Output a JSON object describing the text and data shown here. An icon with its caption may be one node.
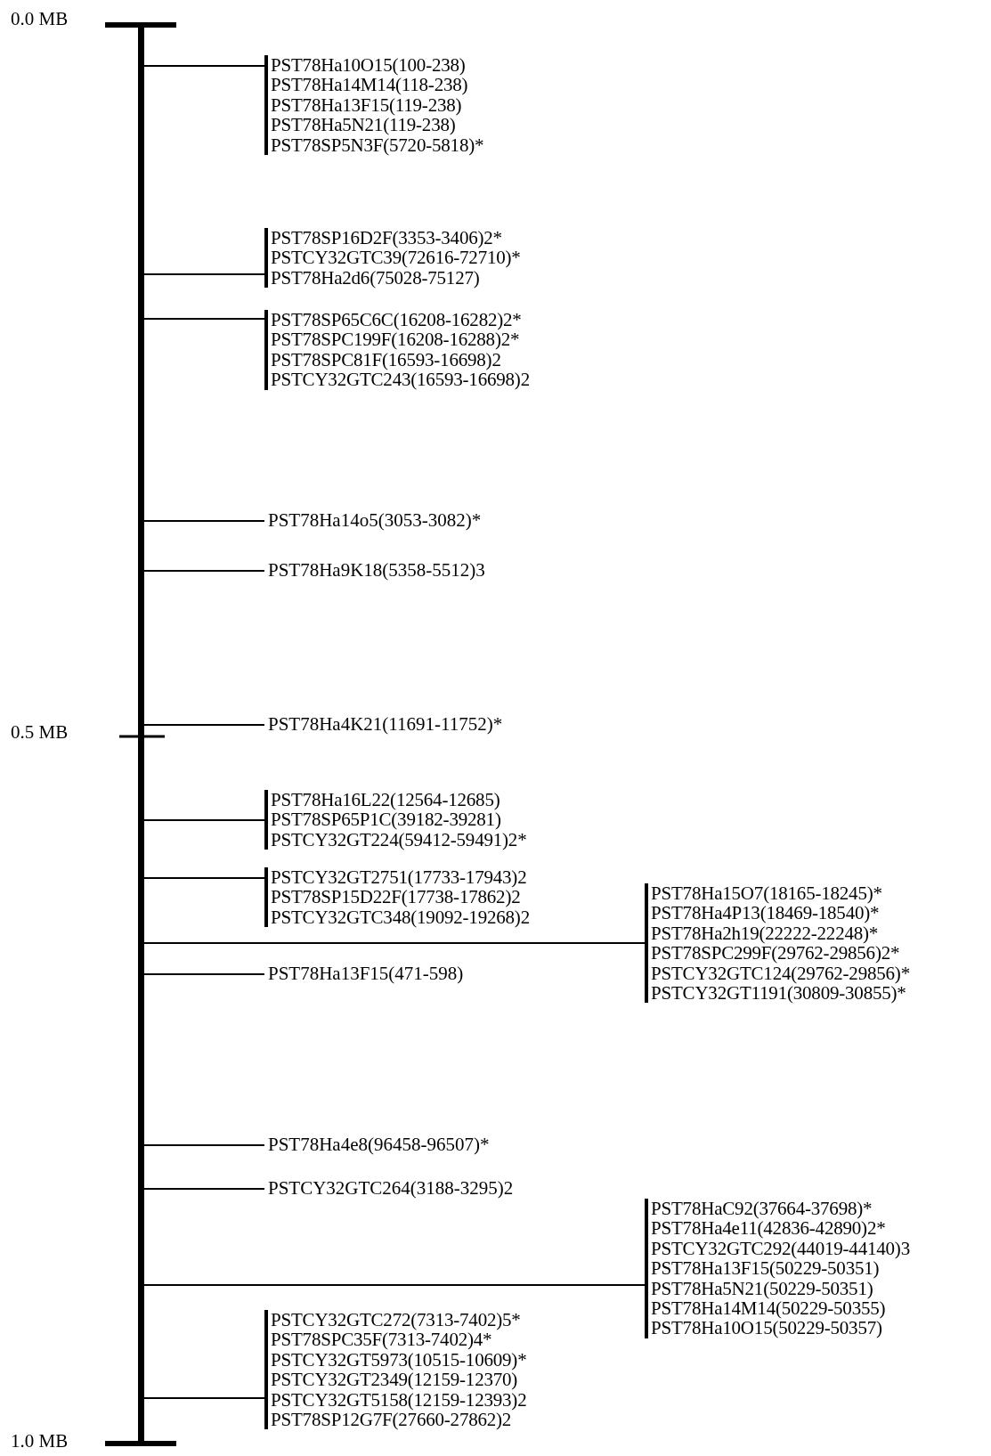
{
  "diagram": {
    "nodes": [
      {
        "text": [],
        "shape": "bar"
      },
      {
        "text": [
          "PST78Ha10O15(100-238)",
          "PST78Ha14M14(118-238)",
          "PST78Ha13F15(119-238)",
          "PST78Ha5N21(119-238)",
          "PST78SP5N3F(5720-5818)*"
        ]
      },
      {
        "text": [
          "PST78SP16D2F(3353-3406)2*",
          "PSTCY32GTC39(72616-72710)*",
          "PST78Ha2d6(75028-75127)"
        ]
      },
      {
        "text": [
          "PST78SP65C6C(16208-16282)2*",
          "PST78SPC199F(16208-16288)2*",
          "PST78SPC81F(16593-16698)2",
          "PSTCY32GTC243(16593-16698)2"
        ]
      },
      {
        "text": [
          "PST78Ha14o5(3053-3082)*"
        ]
      },
      {
        "text": [
          "PST78Ha9K18(5358-5512)3"
        ]
      },
      {
        "text": [
          "PST78Ha4K21(11691-11752)*"
        ]
      },
      {
        "text": [
          "PST78Ha16L22(12564-12685)",
          "PST78SP65P1C(39182-39281)",
          "PSTCY32GT224(59412-59491)2*"
        ]
      },
      {
        "text": [
          "PSTCY32GT2751(17733-17943)2",
          "PST78SP15D22F(17738-17862)2",
          "PSTCY32GTC348(19092-19268)2"
        ]
      },
      {
        "text": [
          "PST78Ha15O7(18165-18245)*",
          "PST78Ha4P13(18469-18540)*",
          "PST78Ha2h19(22222-22248)*",
          "PST78SPC299F(29762-29856)2*",
          "PSTCY32GTC124(29762-29856)*",
          "PSTCY32GT1191(30809-30855)*"
        ]
      },
      {
        "text": [
          "PST78Ha13F15(471-598)"
        ]
      },
      {
        "text": [
          "PST78Ha4e8(96458-96507)*"
        ]
      },
      {
        "text": [
          "PSTCY32GTC264(3188-3295)2"
        ]
      },
      {
        "text": [
          "PST78HaC92(37664-37698)*",
          "PST78Ha4e11(42836-42890)2*",
          "PSTCY32GTC292(44019-44140)3",
          "PST78Ha13F15(50229-50351)",
          "PST78Ha5N21(50229-50351)",
          "PST78Ha14M14(50229-50355)",
          "PST78Ha10O15(50229-50357)"
        ]
      },
      {
        "text": [
          "PSTCY32GTC272(7313-7402)5*",
          "PST78SPC35F(7313-7402)4*",
          "PSTCY32GT5973(10515-10609)*",
          "PSTCY32GT2349(12159-12370)",
          "PSTCY32GT5158(12159-12393)2",
          "PST78SP12G7F(27660-27862)2"
        ]
      }
    ],
    "edges": [
      {
        "from": 0,
        "to": 1,
        "arrow": "none"
      },
      {
        "from": 0,
        "to": 2,
        "arrow": "none"
      },
      {
        "from": 0,
        "to": 3,
        "arrow": "none"
      },
      {
        "from": 0,
        "to": 4,
        "arrow": "none"
      },
      {
        "from": 0,
        "to": 5,
        "arrow": "none"
      },
      {
        "from": 0,
        "to": 6,
        "arrow": "none"
      },
      {
        "from": 0,
        "to": 7,
        "arrow": "none"
      },
      {
        "from": 0,
        "to": 8,
        "arrow": "none"
      },
      {
        "from": 0,
        "to": 9,
        "arrow": "none"
      },
      {
        "from": 0,
        "to": 10,
        "arrow": "none"
      },
      {
        "from": 0,
        "to": 11,
        "arrow": "none"
      },
      {
        "from": 0,
        "to": 12,
        "arrow": "none"
      },
      {
        "from": 0,
        "to": 13,
        "arrow": "none"
      },
      {
        "from": 0,
        "to": 14,
        "arrow": "none"
      }
    ],
    "labels": [
      "0.0 MB",
      "0.5 MB",
      "1.0 MB"
    ]
  }
}
